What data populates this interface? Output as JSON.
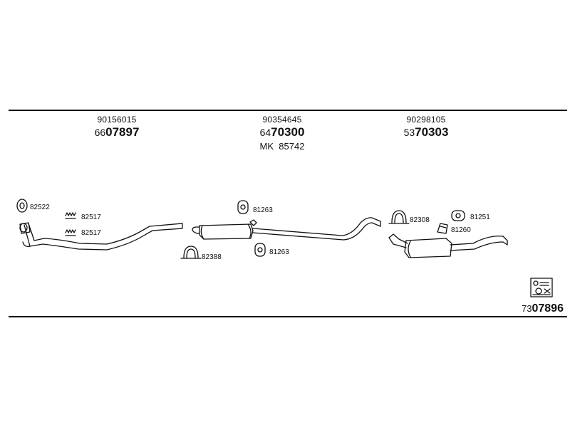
{
  "parts": [
    {
      "oe_number": "90156015",
      "prefix": "66",
      "number": "07897"
    },
    {
      "oe_number": "90354645",
      "prefix": "64",
      "number": "70300",
      "mk_label": "MK",
      "mk_number": "85742"
    },
    {
      "oe_number": "90298105",
      "prefix": "53",
      "number": "70303"
    }
  ],
  "labels": {
    "gasket_front": "82522",
    "bolt_a": "82517",
    "bolt_b": "82517",
    "clamp_front": "82388",
    "hanger_top": "81263",
    "hanger_bottom": "81263",
    "clamp_rear": "82308",
    "hanger_rear": "81251",
    "rubber_rear": "81260"
  },
  "kit": {
    "prefix": "73",
    "number": "07896"
  }
}
